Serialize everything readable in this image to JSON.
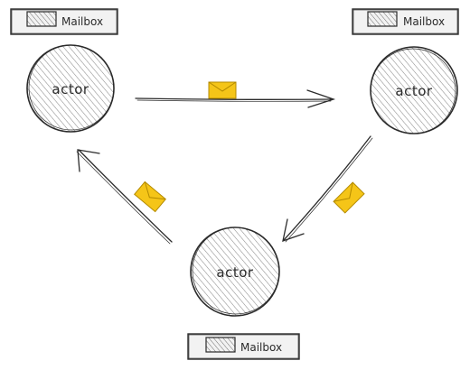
{
  "diagram": {
    "actors": [
      {
        "id": "top-left",
        "label": "actor",
        "mailbox": "Mailbox"
      },
      {
        "id": "top-right",
        "label": "actor",
        "mailbox": "Mailbox"
      },
      {
        "id": "bottom",
        "label": "actor",
        "mailbox": "Mailbox"
      }
    ],
    "messages": [
      {
        "from": "top-left",
        "to": "top-right"
      },
      {
        "from": "top-right",
        "to": "bottom"
      },
      {
        "from": "bottom",
        "to": "top-left"
      }
    ]
  },
  "colors": {
    "ink": "#2b2b2b",
    "hatch": "#8a8a8a",
    "envelope_fill": "#f5c518",
    "envelope_stroke": "#b38a00"
  },
  "icons": [
    "envelope-icon",
    "mailbox-icon"
  ]
}
